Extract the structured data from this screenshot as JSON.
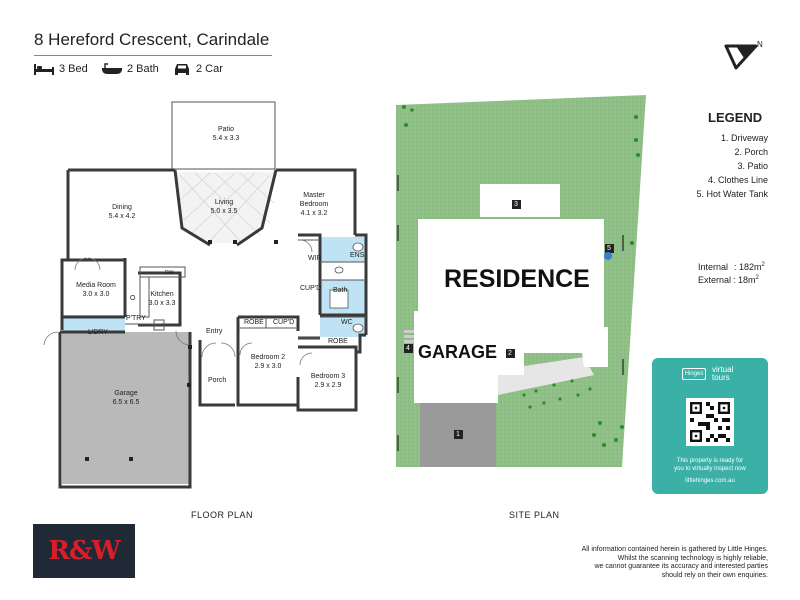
{
  "header": {
    "address": "8 Hereford Crescent, Carindale",
    "beds": "3 Bed",
    "baths": "2 Bath",
    "cars": "2 Car"
  },
  "floor_plan": {
    "caption": "FLOOR PLAN",
    "rooms": {
      "patio": {
        "name": "Patio",
        "dims": "5.4 x 3.3"
      },
      "dining": {
        "name": "Dining",
        "dims": "5.4 x 4.2"
      },
      "living": {
        "name": "Living",
        "dims": "5.0 x 3.5"
      },
      "master": {
        "name": "Master",
        "name2": "Bedroom",
        "dims": "4.1 x 3.2"
      },
      "wir": {
        "name": "WIR"
      },
      "ens": {
        "name": "ENS"
      },
      "bath": {
        "name": "Bath"
      },
      "cupd1": {
        "name": "CUP'D"
      },
      "wc": {
        "name": "WC"
      },
      "media": {
        "name": "Media Room",
        "dims": "3.0 x 3.0"
      },
      "kitchen": {
        "name": "Kitchen",
        "dims": "3.0 x 3.3"
      },
      "ptry": {
        "name": "P'TRY"
      },
      "ldry": {
        "name": "L'DRY"
      },
      "robe1": {
        "name": "ROBE"
      },
      "cupd2": {
        "name": "CUP'D"
      },
      "robe2": {
        "name": "ROBE"
      },
      "entry": {
        "name": "Entry"
      },
      "bed2": {
        "name": "Bedroom 2",
        "dims": "2.9 x 3.0"
      },
      "bed3": {
        "name": "Bedroom 3",
        "dims": "2.9 x 2.9"
      },
      "garage": {
        "name": "Garage",
        "dims": "6.5 x 6.5"
      },
      "porch": {
        "name": "Porch"
      },
      "dw": {
        "name": "DW"
      },
      "o": {
        "name": "O"
      }
    }
  },
  "site_plan": {
    "caption": "SITE PLAN",
    "residence": "RESIDENCE",
    "garage": "GARAGE",
    "markers": [
      "1",
      "2",
      "3",
      "4",
      "5"
    ],
    "north": "N"
  },
  "legend": {
    "title": "LEGEND",
    "items": [
      "1. Driveway",
      "2. Porch",
      "3. Patio",
      "4. Clothes Line",
      "5. Hot Water Tank"
    ]
  },
  "areas": {
    "internal_label": "Internal",
    "internal_value": ": 182m",
    "external_label": "External",
    "external_value": ":   18m",
    "sup": "2"
  },
  "virtual_tour": {
    "brand": "Hinges",
    "product": "virtual",
    "product2": "tours",
    "line1": "This property is ready for",
    "line2": "you to virtually inspect now",
    "url": "littlehinges.com.au"
  },
  "logo": {
    "text": "R&W"
  },
  "disclaimer": {
    "line1": "All information contained herein is gathered by Little Hinges.",
    "line2": "Whilst the scanning technology is highly reliable,",
    "line3": "we cannot guarantee its accuracy and interested parties",
    "line4": "should rely on their own enquiries."
  },
  "colors": {
    "wall": "#3a3a3a",
    "garage_fill": "#b9b9b9",
    "water_fill": "#bfe3f4",
    "lawn": "#8fbf86",
    "lawn_dots": "#9ac791",
    "driveway": "#9a9a9a",
    "card": "#3ab0a6",
    "logo_bg": "#1f2a36",
    "logo_text": "#d91e2a"
  }
}
